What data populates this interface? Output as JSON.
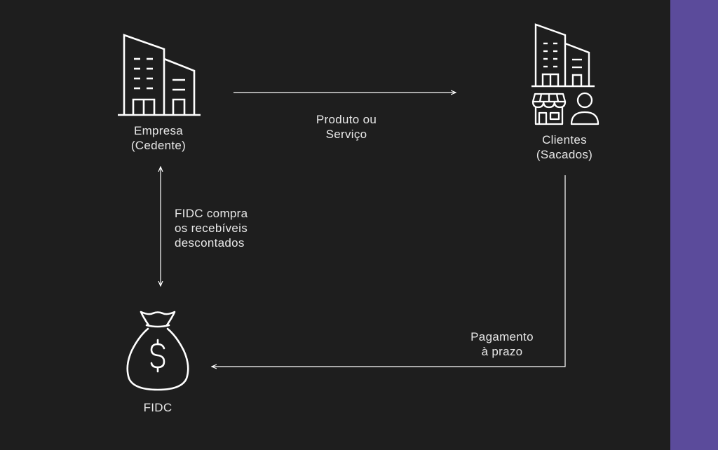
{
  "colors": {
    "background": "#1e1e1e",
    "foreground": "#ffffff",
    "text": "#e8e8e8",
    "accent_bar": "#5b4b9b"
  },
  "nodes": {
    "empresa": {
      "icon": "office-building-icon",
      "line1": "Empresa",
      "line2": "(Cedente)"
    },
    "clientes": {
      "icons": [
        "office-building-icon",
        "storefront-icon",
        "person-icon"
      ],
      "line1": "Clientes",
      "line2": "(Sacados)"
    },
    "fidc": {
      "icon": "money-bag-icon",
      "line1": "FIDC"
    }
  },
  "edges": {
    "produto": {
      "line1": "Produto ou",
      "line2": "Serviço"
    },
    "compra": {
      "line1": "FIDC compra",
      "line2": "os recebíveis",
      "line3": "descontados"
    },
    "pagamento": {
      "line1": "Pagamento",
      "line2": "à prazo"
    }
  }
}
